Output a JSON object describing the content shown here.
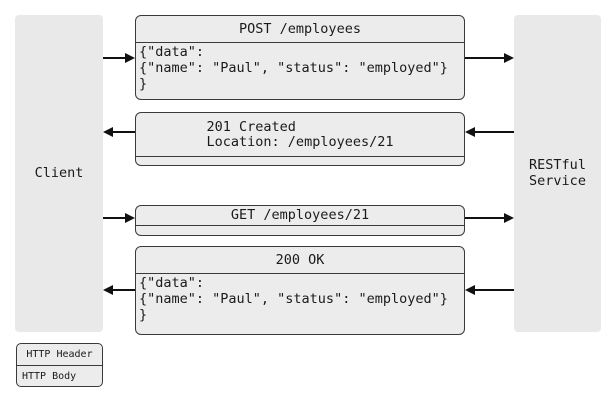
{
  "colors": {
    "background": "#ffffff",
    "panel_fill": "#e9e9e9",
    "box_fill": "#ececec",
    "border": "#3a3a3a",
    "line": "#111111",
    "text": "#1a1a1a"
  },
  "client": {
    "label": "Client"
  },
  "service": {
    "label": "RESTful\nService"
  },
  "messages": [
    {
      "header": "POST /employees",
      "body": "{\"data\":\n{\"name\": \"Paul\", \"status\": \"employed\"}\n}"
    },
    {
      "header": "201 Created\nLocation: /employees/21",
      "body": ""
    },
    {
      "header": "GET /employees/21",
      "body": ""
    },
    {
      "header": "200 OK",
      "body": "{\"data\":\n{\"name\": \"Paul\", \"status\": \"employed\"}\n}"
    }
  ],
  "legend": {
    "header_label": "HTTP Header",
    "body_label": "HTTP Body"
  }
}
